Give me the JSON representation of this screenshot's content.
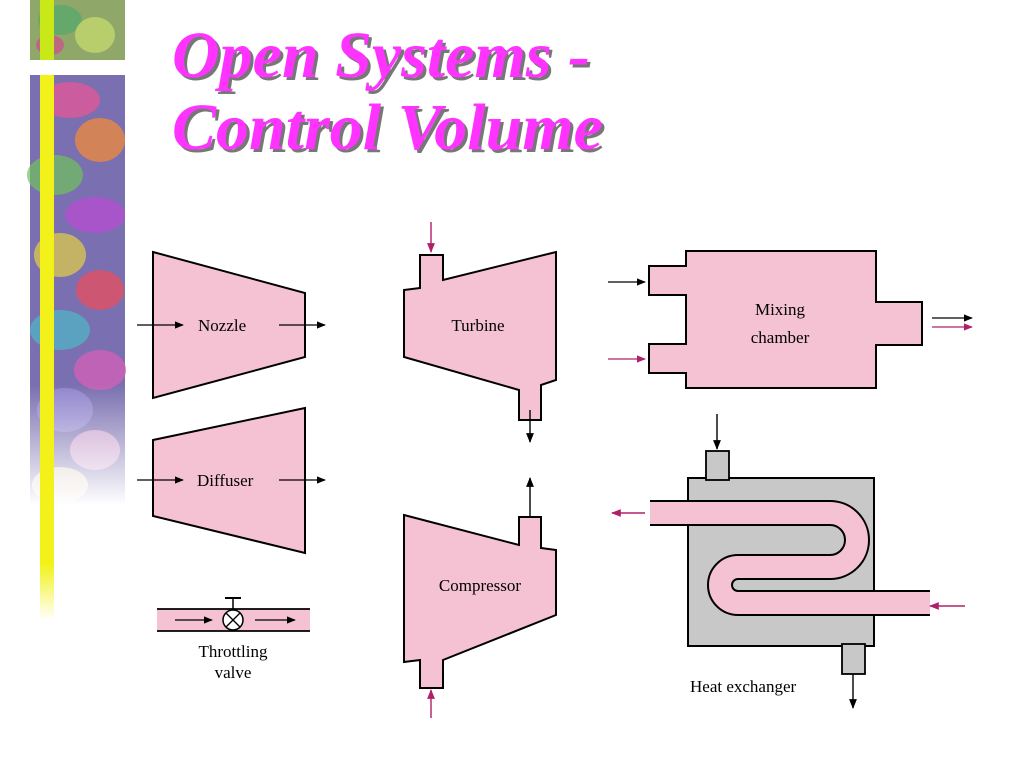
{
  "slide": {
    "title_line1": "Open Systems -",
    "title_line2": "Control Volume"
  },
  "colors": {
    "title": "#ff33ff",
    "device_fill": "#f4c2d2",
    "exchanger_fill": "#c8c8c8",
    "inlet_arrow": "#b0206a",
    "outlet_arrow": "#000000"
  },
  "diagram": {
    "nozzle_label": "Nozzle",
    "diffuser_label": "Diffuser",
    "throttling_label_line1": "Throttling",
    "throttling_label_line2": "valve",
    "turbine_label": "Turbine",
    "compressor_label": "Compressor",
    "mixing_label_line1": "Mixing",
    "mixing_label_line2": "chamber",
    "heat_exchanger_label": "Heat exchanger"
  },
  "icons": {
    "sidebar": "decorative-texture",
    "valve": "valve-icon"
  }
}
